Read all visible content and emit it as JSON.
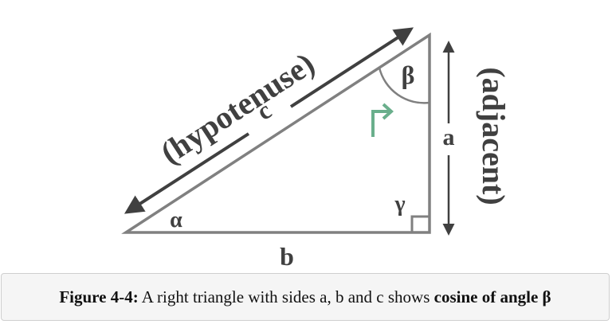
{
  "diagram": {
    "type": "right-triangle",
    "labels": {
      "hypotenuse_letter": "c",
      "hypotenuse_name": "(hypotenuse)",
      "adjacent_letter": "a",
      "adjacent_name": "(adjacent)",
      "base_letter": "b",
      "angle_alpha": "α",
      "angle_beta": "β",
      "angle_gamma": "γ"
    },
    "colors": {
      "triangle": "#808080",
      "arrows": "#404040",
      "highlight_arrow": "#6aaf8c",
      "text": "#404040"
    }
  },
  "caption": {
    "figure_label": "Figure 4-4:",
    "text": " A right triangle with sides a, b and c shows ",
    "emphasis": "cosine of angle β"
  }
}
